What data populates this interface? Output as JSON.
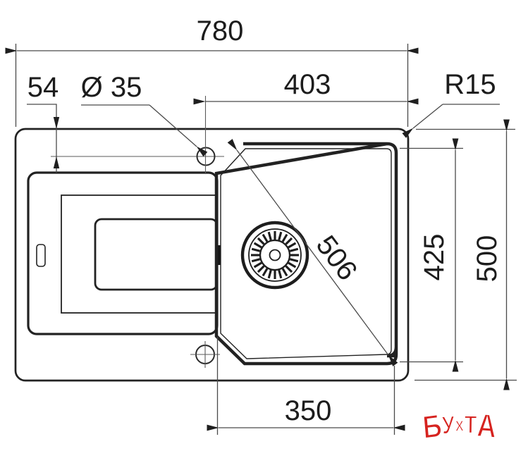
{
  "drawing": {
    "type": "sink-installation-dimension-drawing",
    "ink_color": "#1f1f1f",
    "dim_line_color": "#4a4a4a",
    "labels": {
      "overall_width": "780",
      "edge_to_hole_offset": "54",
      "faucet_hole_diameter": "Ø 35",
      "bowl_top_width": "403",
      "corner_radius": "R15",
      "bowl_diagonal": "506",
      "bowl_depth": "425",
      "overall_depth": "500",
      "bowl_bottom_width": "350"
    },
    "watermark": {
      "text": "БУхТА",
      "color": "#d6231f",
      "letters": [
        "Б",
        "У",
        "х",
        "Т",
        "А"
      ]
    }
  }
}
